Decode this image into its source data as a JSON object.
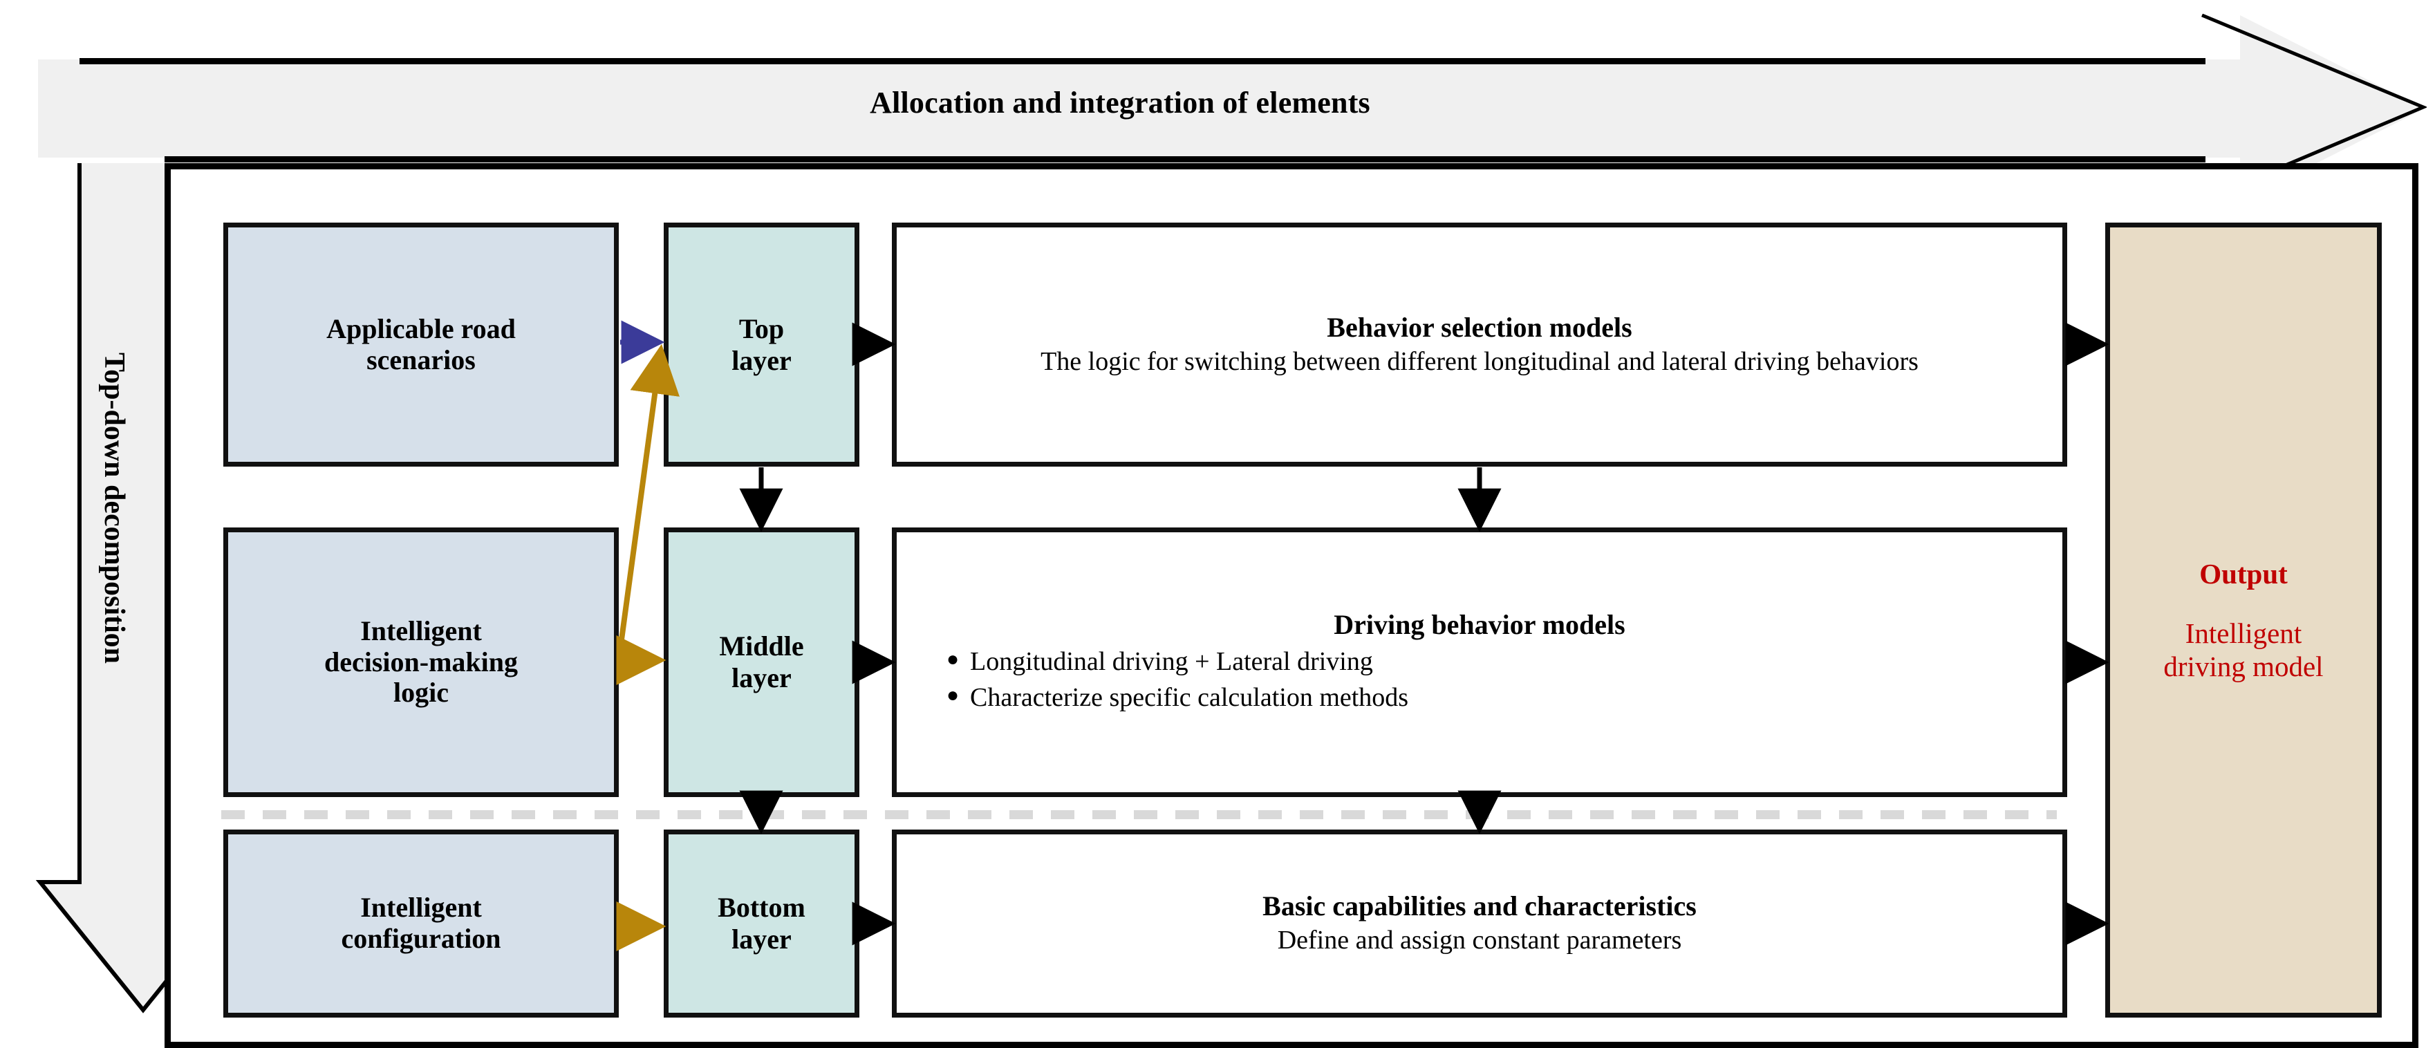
{
  "banner": {
    "top_label": "Allocation and integration of elements",
    "left_label": "Top-down decomposition"
  },
  "colors": {
    "input_box": "#d6e0ea",
    "layer_box": "#cee6e4",
    "output_box": "#e8dcc6",
    "output_text": "#c00000",
    "banner_fill": "#f0f0f0",
    "arrow_blue": "#3b3b99",
    "arrow_orange": "#b8860b",
    "arrow_black": "#000000",
    "separator": "#d9d9d9"
  },
  "inputs": [
    {
      "label": "Applicable road\nscenarios"
    },
    {
      "label": "Intelligent\ndecision-making\nlogic"
    },
    {
      "label": "Intelligent\nconfiguration"
    }
  ],
  "layers": [
    {
      "label": "Top\nlayer"
    },
    {
      "label": "Middle\nlayer"
    },
    {
      "label": "Bottom\nlayer"
    }
  ],
  "models": [
    {
      "title": "Behavior selection models",
      "body": "The logic for switching between different longitudinal and lateral driving behaviors",
      "bullets": []
    },
    {
      "title": "Driving behavior models",
      "body": "",
      "bullets": [
        "Longitudinal driving + Lateral driving",
        "Characterize specific calculation methods"
      ]
    },
    {
      "title": "Basic capabilities and characteristics",
      "body": "Define and assign constant parameters",
      "bullets": []
    }
  ],
  "output": {
    "title": "Output",
    "body": "Intelligent\ndriving model"
  }
}
